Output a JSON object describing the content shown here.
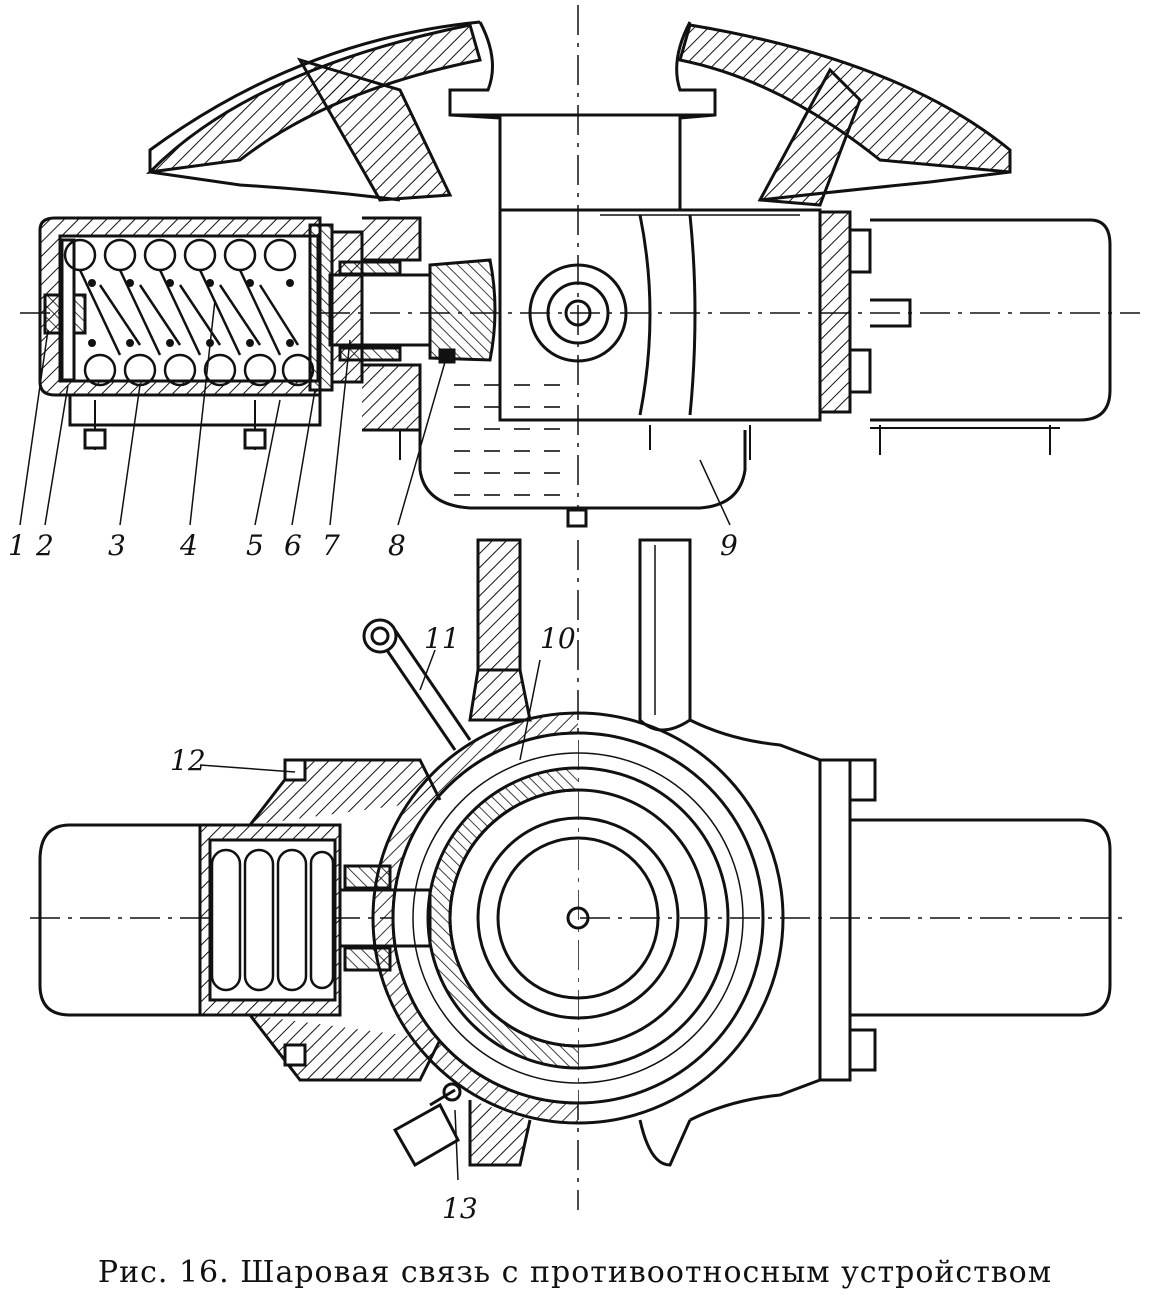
{
  "figure": {
    "caption": "Рис. 16. Шаровая связь с противоотносным устройством"
  },
  "labels": {
    "l1": "1",
    "l2": "2",
    "l3": "3",
    "l4": "4",
    "l5": "5",
    "l6": "6",
    "l7": "7",
    "l8": "8",
    "l9": "9",
    "l10": "10",
    "l11": "11",
    "l12": "12",
    "l13": "13"
  },
  "colors": {
    "ink": "#111111",
    "paper": "#ffffff"
  }
}
